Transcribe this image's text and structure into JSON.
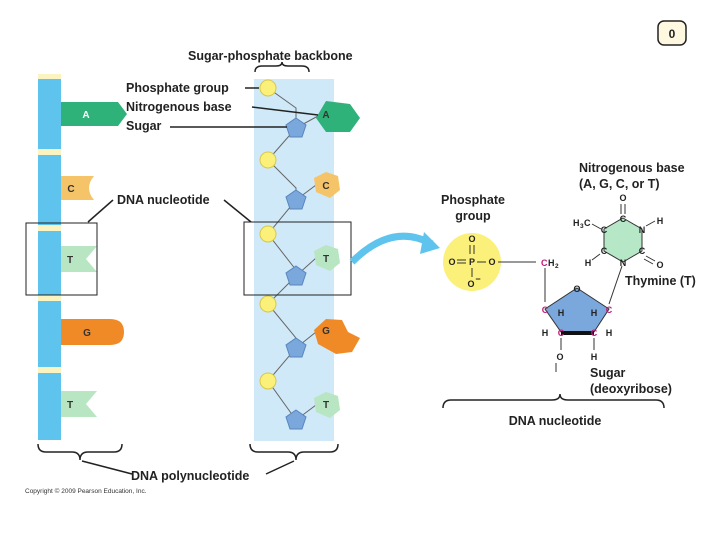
{
  "colors": {
    "backbone": "#5ec4ee",
    "backbone_light": "#cfe9f8",
    "base_A": "#2fb27a",
    "base_C": "#f5c368",
    "base_T": "#b8e6c2",
    "base_G": "#f08a26",
    "phosphate": "#fbf07a",
    "sugar": "#7aa7dc",
    "ring_fill": "#b6e8c8",
    "arrow": "#5ec4ee",
    "chem_red": "#c2187a"
  },
  "badge": {
    "value": "0"
  },
  "labels": {
    "sugar_phosphate_backbone": "Sugar-phosphate backbone",
    "phosphate_group": "Phosphate group",
    "nitrogenous_base": "Nitrogenous base",
    "sugar": "Sugar",
    "dna_nucleotide": "DNA nucleotide",
    "dna_polynucleotide": "DNA polynucleotide",
    "phosphate_group_right_1": "Phosphate",
    "phosphate_group_right_2": "group",
    "nitrogenous_base_right_1": "Nitrogenous base",
    "nitrogenous_base_right_2": "(A, G, C, or T)",
    "thymine": "Thymine (T)",
    "sugar_right_1": "Sugar",
    "sugar_right_2": "(deoxyribose)",
    "dna_nucleotide_right": "DNA nucleotide",
    "copyright": "Copyright © 2009 Pearson Education, Inc."
  },
  "left_strand_bases": [
    "A",
    "C",
    "T",
    "G",
    "T"
  ],
  "right_strand_bases": [
    "A",
    "C",
    "T",
    "G",
    "T"
  ],
  "chem": {
    "O_top": "O",
    "O_left": "O",
    "P": "P",
    "O_right": "O",
    "O_minus": "O",
    "minus": "−",
    "CH2_C": "C",
    "CH2_H": "H",
    "CH2_sub": "2",
    "ring_O": "O",
    "sugar_C1": "C",
    "sugar_C2": "C",
    "sugar_C3": "C",
    "sugar_C4": "C",
    "sugar_H1": "H",
    "sugar_H2": "H",
    "sugar_H3": "H",
    "sugar_H4": "H",
    "sugar_H5": "H",
    "sugar_O_bottom": "O",
    "thy_O_top": "O",
    "thy_C_top": "C",
    "thy_H3C": "H",
    "thy_H3C_sub": "3",
    "thy_H3C_C": "C",
    "thy_C_left": "C",
    "thy_N_right": "N",
    "thy_H_right": "H",
    "thy_C_low_left": "C",
    "thy_C_low_right": "C",
    "thy_H_low": "H",
    "thy_N_bottom": "N",
    "thy_O_right": "O"
  }
}
